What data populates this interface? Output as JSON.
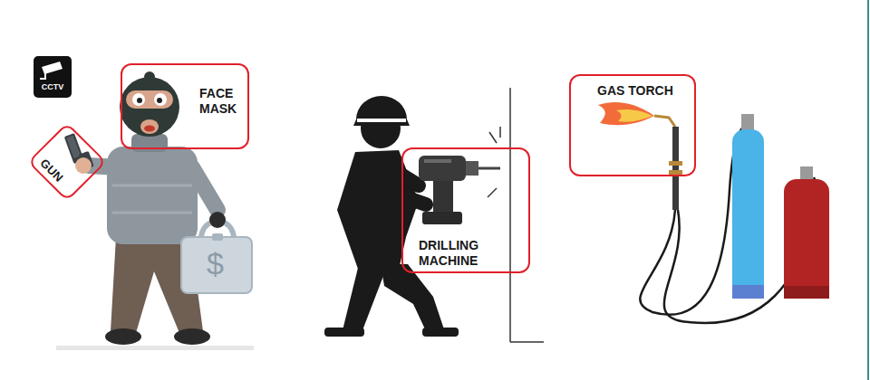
{
  "diagram": {
    "nodes": [
      {
        "text": [
          "CCTV"
        ]
      },
      {
        "text": [
          "FACE MASK"
        ]
      },
      {
        "text": [
          "GUN"
        ]
      },
      {
        "text": [
          "DRILLING MACHINE"
        ]
      },
      {
        "text": [
          "GAS TORCH"
        ]
      }
    ],
    "labels": [
      "$"
    ]
  }
}
